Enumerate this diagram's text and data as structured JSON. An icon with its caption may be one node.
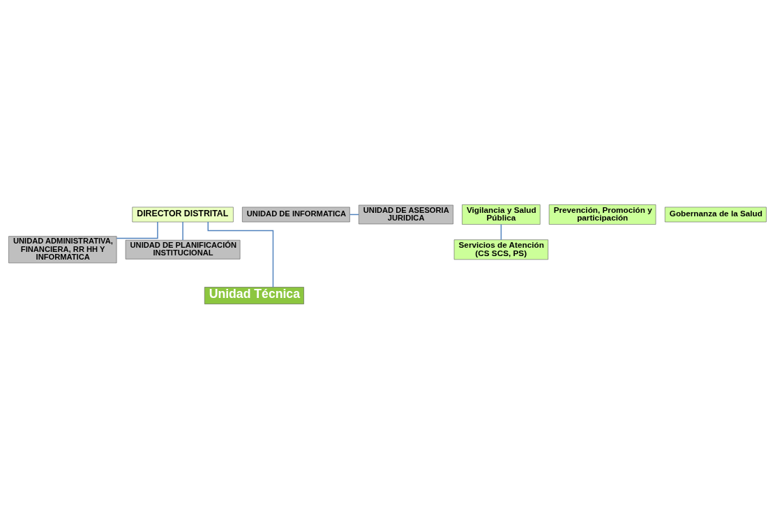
{
  "diagram": {
    "nodes": [
      {
        "text": [
          "DIRECTOR DISTRITAL"
        ]
      },
      {
        "text": [
          "UNIDAD ADMINISTRATIVA, FINANCIERA, RR HH Y INFORMATICA"
        ]
      },
      {
        "text": [
          "UNIDAD DE PLANIFICACIÓN INSTITUCIONAL"
        ]
      },
      {
        "text": [
          "UNIDAD DE INFORMATICA"
        ]
      },
      {
        "text": [
          "UNIDAD DE ASESORIA JURIDICA"
        ]
      },
      {
        "text": [
          "Unidad Técnica"
        ]
      },
      {
        "text": [
          "Vigilancia y Salud Pública"
        ]
      },
      {
        "text": [
          "Servicios de Atención (CS SCS, PS)"
        ]
      },
      {
        "text": [
          "Prevención, Promoción y participación"
        ]
      },
      {
        "text": [
          "Gobernanza de la Salud"
        ]
      }
    ],
    "edges": [
      {
        "from": 0,
        "to": 1,
        "arrow": "none"
      },
      {
        "from": 0,
        "to": 2,
        "arrow": "none"
      },
      {
        "from": 3,
        "to": 4,
        "arrow": "none"
      },
      {
        "from": 0,
        "to": 5,
        "arrow": "none"
      },
      {
        "from": 6,
        "to": 7,
        "arrow": "none"
      }
    ]
  }
}
